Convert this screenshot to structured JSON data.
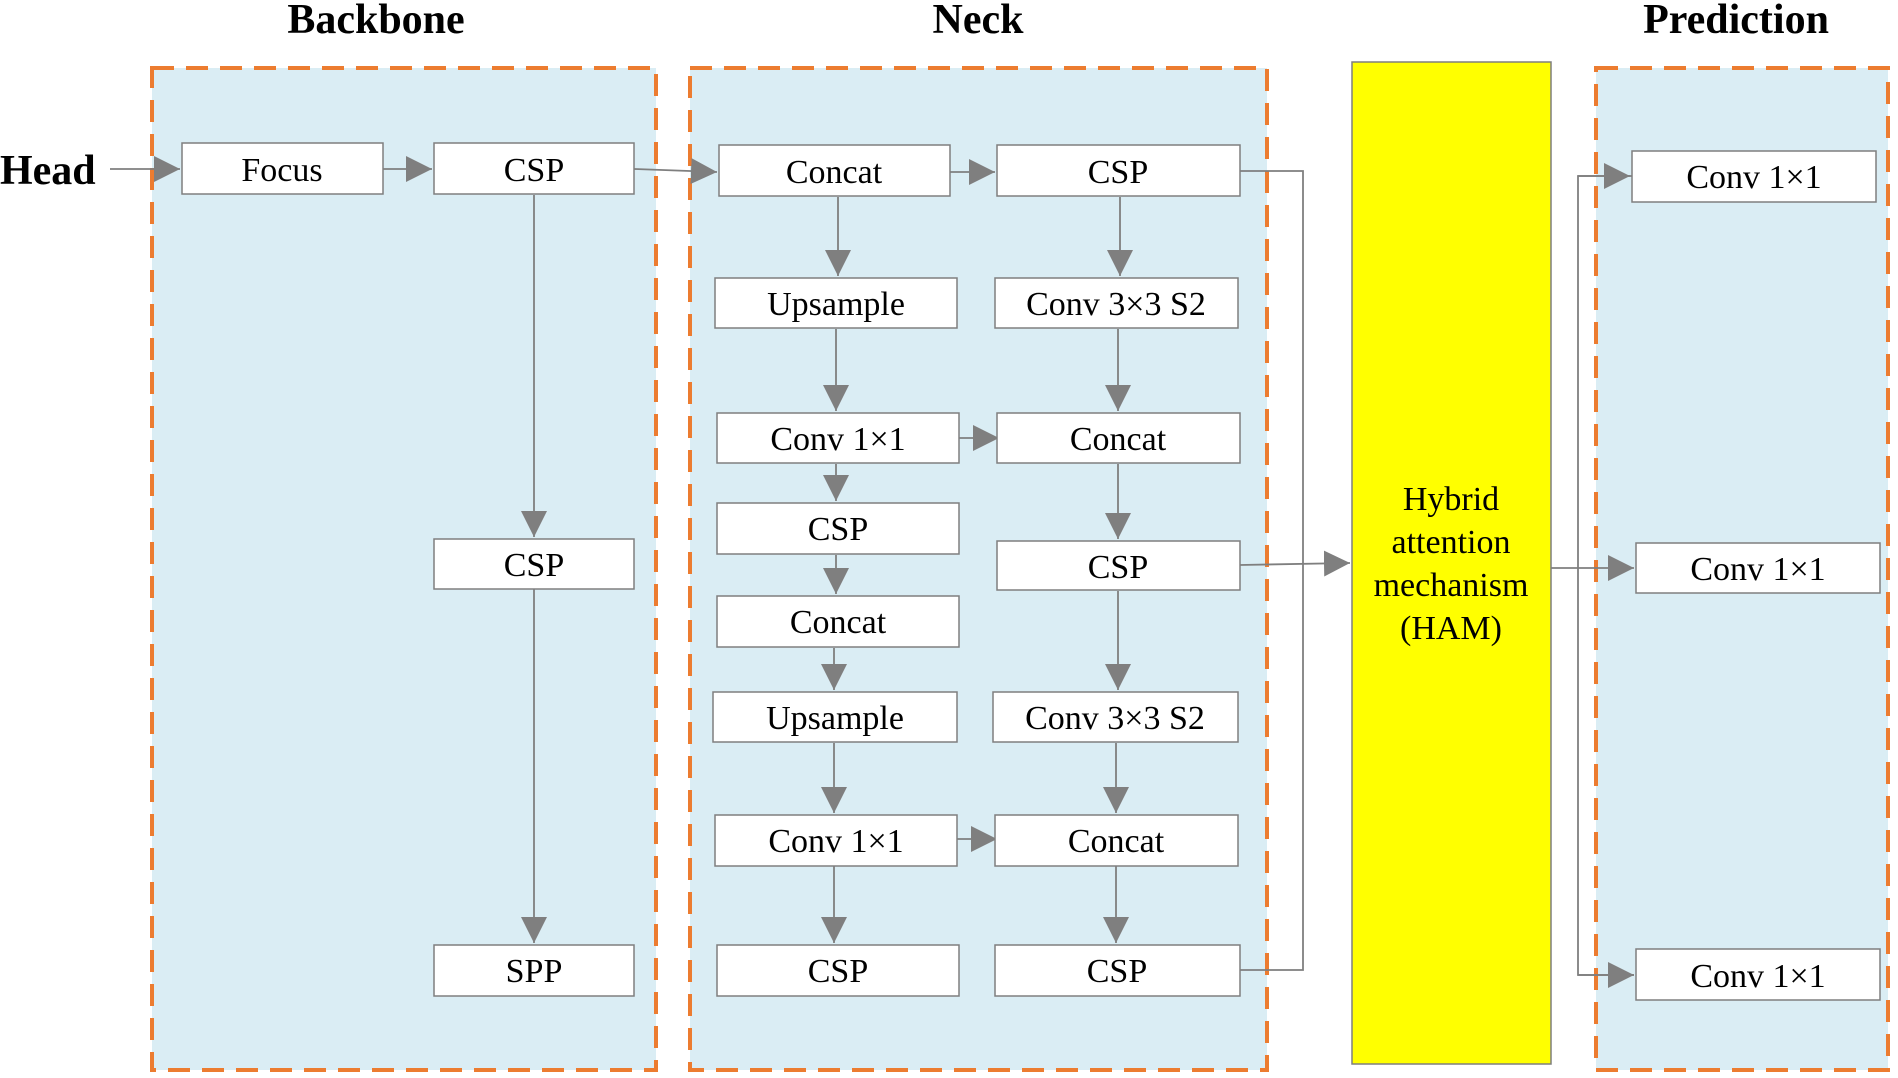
{
  "sections": {
    "backbone": "Backbone",
    "neck": "Neck",
    "prediction": "Prediction"
  },
  "head_label": "Head",
  "backbone": {
    "focus": "Focus",
    "csp1": "CSP",
    "csp2": "CSP",
    "spp": "SPP"
  },
  "neck": {
    "left": {
      "concat1": "Concat",
      "upsample1": "Upsample",
      "conv1": "Conv  1×1",
      "csp1": "CSP",
      "concat2": "Concat",
      "upsample2": "Upsample",
      "conv2": "Conv  1×1",
      "csp2": "CSP"
    },
    "right": {
      "csp1": "CSP",
      "conv1": "Conv 3×3 S2",
      "concat1": "Concat",
      "csp2": "CSP",
      "conv2": "Conv 3×3 S2",
      "concat2": "Concat",
      "csp3": "CSP"
    }
  },
  "ham": {
    "lines": [
      "Hybrid",
      "attention",
      "mechanism",
      "(HAM)"
    ]
  },
  "prediction": {
    "conv1": "Conv  1×1",
    "conv2": "Conv  1×1",
    "conv3": "Conv  1×1"
  },
  "colors": {
    "region_fill": "#daedf4",
    "region_border": "#ec7c30",
    "ham_fill": "#ffff00",
    "connector": "#7f7f7f"
  }
}
